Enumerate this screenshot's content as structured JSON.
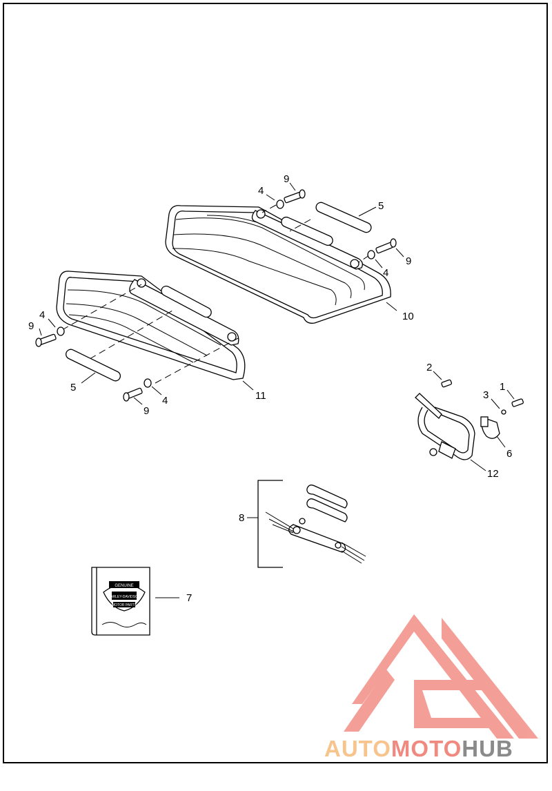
{
  "diagram": {
    "callouts": [
      {
        "id": "c9a",
        "text": "9"
      },
      {
        "id": "c4a",
        "text": "4"
      },
      {
        "id": "c5a",
        "text": "5"
      },
      {
        "id": "c9b",
        "text": "9"
      },
      {
        "id": "c4b",
        "text": "4"
      },
      {
        "id": "c10",
        "text": "10"
      },
      {
        "id": "c4c",
        "text": "4"
      },
      {
        "id": "c9c",
        "text": "9"
      },
      {
        "id": "c5b",
        "text": "5"
      },
      {
        "id": "c4d",
        "text": "4"
      },
      {
        "id": "c9d",
        "text": "9"
      },
      {
        "id": "c11",
        "text": "11"
      },
      {
        "id": "c2",
        "text": "2"
      },
      {
        "id": "c1",
        "text": "1"
      },
      {
        "id": "c3",
        "text": "3"
      },
      {
        "id": "c6",
        "text": "6"
      },
      {
        "id": "c12",
        "text": "12"
      },
      {
        "id": "c8",
        "text": "8"
      },
      {
        "id": "c7",
        "text": "7"
      }
    ],
    "booklet_emblem": {
      "top": "GENUINE",
      "middle": "HARLEY-DAVIDSON",
      "bottom": "MOTOR PARTS"
    }
  },
  "watermark": {
    "part1": "AUTO",
    "part2": "MOTO",
    "part3": "HUB",
    "colors": {
      "auto": "#f6c48c",
      "moto": "#f08a80",
      "hub": "#8a8a8a",
      "logo": "#f28e86"
    }
  }
}
